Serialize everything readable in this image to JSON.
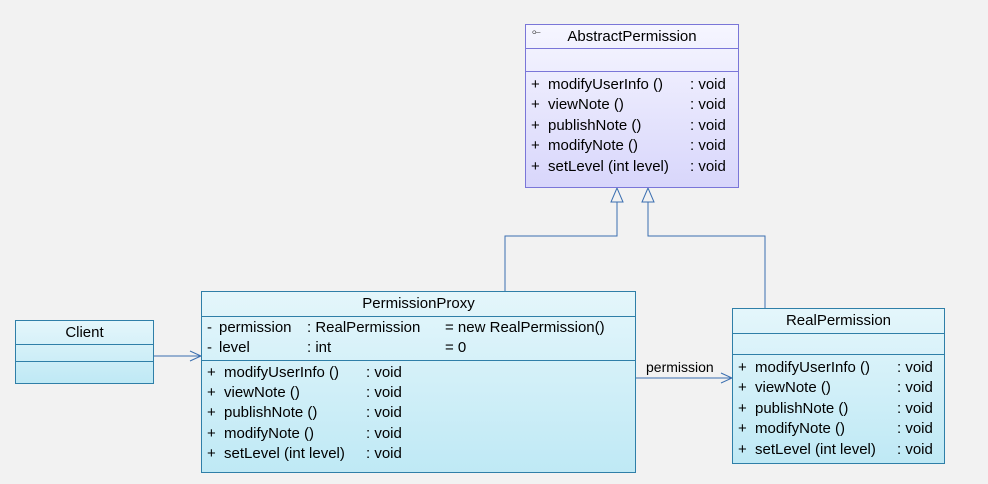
{
  "classes": {
    "abstract_permission": {
      "name": "AbstractPermission",
      "stereotype_icon": "abstract-class-icon",
      "operations": [
        {
          "vis": "+",
          "name": "modifyUserInfo ()",
          "type": ": void"
        },
        {
          "vis": "+",
          "name": "viewNote ()",
          "type": ": void"
        },
        {
          "vis": "+",
          "name": "publishNote ()",
          "type": ": void"
        },
        {
          "vis": "+",
          "name": "modifyNote ()",
          "type": ": void"
        },
        {
          "vis": "+",
          "name": "setLevel (int level)",
          "type": ": void"
        }
      ]
    },
    "client": {
      "name": "Client"
    },
    "permission_proxy": {
      "name": "PermissionProxy",
      "attributes": [
        {
          "vis": "-",
          "name": "permission",
          "type": ": RealPermission",
          "init": "= new RealPermission()"
        },
        {
          "vis": "-",
          "name": "level",
          "type": ": int",
          "init": "= 0"
        }
      ],
      "operations": [
        {
          "vis": "+",
          "name": "modifyUserInfo ()",
          "type": ": void"
        },
        {
          "vis": "+",
          "name": "viewNote ()",
          "type": ": void"
        },
        {
          "vis": "+",
          "name": "publishNote ()",
          "type": ": void"
        },
        {
          "vis": "+",
          "name": "modifyNote ()",
          "type": ": void"
        },
        {
          "vis": "+",
          "name": "setLevel (int level)",
          "type": ": void"
        }
      ]
    },
    "real_permission": {
      "name": "RealPermission",
      "operations": [
        {
          "vis": "+",
          "name": "modifyUserInfo ()",
          "type": ": void"
        },
        {
          "vis": "+",
          "name": "viewNote ()",
          "type": ": void"
        },
        {
          "vis": "+",
          "name": "publishNote ()",
          "type": ": void"
        },
        {
          "vis": "+",
          "name": "modifyNote ()",
          "type": ": void"
        },
        {
          "vis": "+",
          "name": "setLevel (int level)",
          "type": ": void"
        }
      ]
    }
  },
  "relations": {
    "proxy_to_real_label": "permission"
  },
  "colors": {
    "class_fill": "#bfe9f5",
    "abstract_fill": "#d8d6fb",
    "line": "#3b6fb0"
  }
}
